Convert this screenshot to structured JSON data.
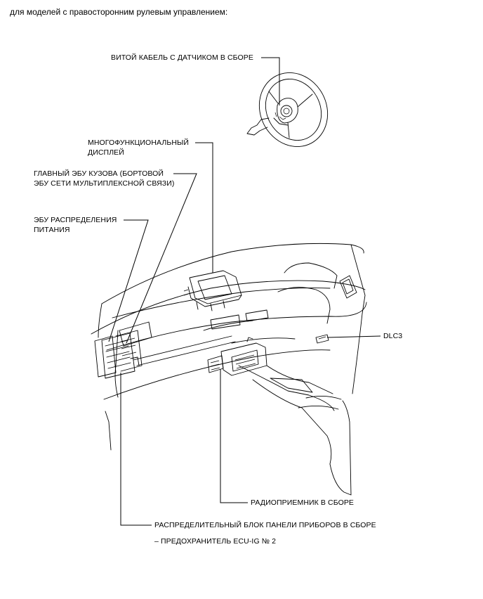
{
  "header": "для моделей с правосторонним рулевым управлением:",
  "labels": {
    "spiral_cable": "ВИТОЙ КАБЕЛЬ С ДАТЧИКОМ В СБОРЕ",
    "multi_display_1": "МНОГОФУНКЦИОНАЛЬНЫЙ",
    "multi_display_2": "ДИСПЛЕЙ",
    "main_body_ecu_1": "ГЛАВНЫЙ ЭБУ КУЗОВА (БОРТОВОЙ",
    "main_body_ecu_2": "ЭБУ СЕТИ МУЛЬТИПЛЕКСНОЙ СВЯЗИ)",
    "power_dist_ecu_1": "ЭБУ РАСПРЕДЕЛЕНИЯ",
    "power_dist_ecu_2": "ПИТАНИЯ",
    "dlc3": "DLC3",
    "radio_receiver": "РАДИОПРИЕМНИК В СБОРЕ",
    "junction_block": "РАСПРЕДЕЛИТЕЛЬНЫЙ БЛОК ПАНЕЛИ ПРИБОРОВ В СБОРЕ",
    "fuse": "– ПРЕДОХРАНИТЕЛЬ ECU-IG № 2"
  }
}
